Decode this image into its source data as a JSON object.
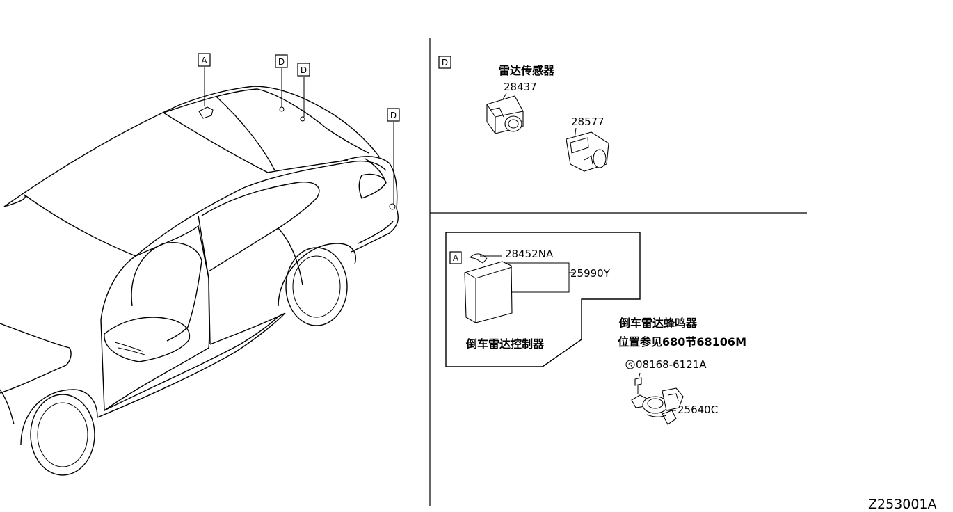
{
  "section_markers": {
    "a": "A",
    "d": "D"
  },
  "parts": {
    "radar_sensor_title": "雷达传感器",
    "sensor_part": "28437",
    "bracket_part": "28577",
    "controller_harness_part": "28452NA",
    "controller_assembly_part": "25990Y",
    "controller_title": "倒车雷达控制器",
    "buzzer_title": "倒车雷达蜂鸣器",
    "buzzer_reference": "位置参见680节68106M",
    "bolt_part": "08168-6121A",
    "bolt_symbol": "S",
    "buzzer_part": "25640C"
  },
  "diagram_code": "Z253001A"
}
